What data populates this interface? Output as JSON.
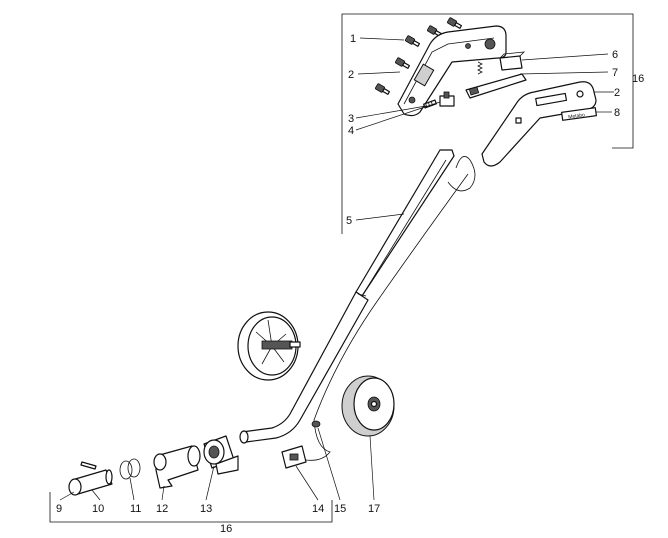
{
  "callouts": {
    "c1": "1",
    "c2a": "2",
    "c3": "3",
    "c4": "4",
    "c5": "5",
    "c6": "6",
    "c7": "7",
    "c2b": "2",
    "c8": "8",
    "c16a": "16",
    "c9": "9",
    "c10": "10",
    "c11": "11",
    "c12": "12",
    "c13": "13",
    "c14": "14",
    "c15": "15",
    "c16b": "16",
    "c17": "17"
  },
  "plate_text": "Metabo"
}
